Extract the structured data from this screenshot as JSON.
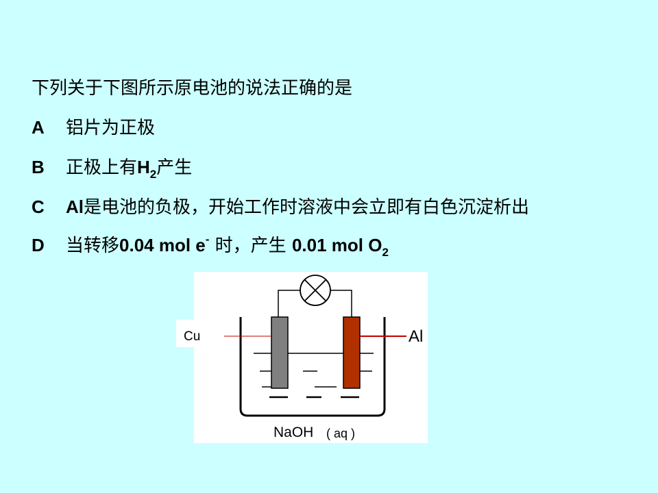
{
  "question": {
    "stem": "下列关于下图所示原电池的说法正确的是",
    "options": [
      {
        "letter": "A",
        "text": "铝片为正极"
      },
      {
        "letter": "B",
        "text_before": "正极上有",
        "formula": "H",
        "subscript": "2",
        "text_after": "产生"
      },
      {
        "letter": "C",
        "formula": "Al",
        "text": "是电池的负极，开始工作时溶液中会立即有白色沉淀析出"
      },
      {
        "letter": "D",
        "text_before": "当转移",
        "amount1": "0.04 mol e",
        "superscript": "-",
        "text_middle": " 时，产生 ",
        "amount2": "0.01 mol O",
        "subscript": "2"
      }
    ]
  },
  "diagram": {
    "left_electrode_label": "Cu",
    "right_electrode_label": "Al",
    "solution_label": "NaOH",
    "solution_state": "( aq )",
    "colors": {
      "page_background": "#ccffff",
      "figure_background": "#ffffff",
      "cu_electrode": "#808080",
      "al_electrode": "#b03000",
      "label_leader": "#c00000"
    }
  }
}
